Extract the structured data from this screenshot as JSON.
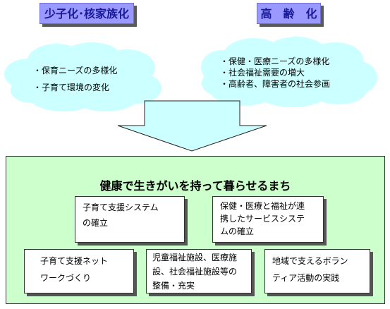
{
  "left_tag": "少子化･核家族化",
  "right_tag": "高　齢　化",
  "left_cloud": [
    "・保育ニーズの多様化",
    "・子育て環境の変化"
  ],
  "right_cloud": [
    "・保健・医療ニーズの多様化",
    "・社会福祉需要の増大",
    "・高齢者、障害者の社会参画"
  ],
  "panel": {
    "title": "健康で生きがいを持って暮らせるまち",
    "boxes": [
      {
        "lines": [
          "子育て支援システム",
          "の確立"
        ]
      },
      {
        "lines": [
          "保健・医療と福祉が連",
          "携したサービスシステ",
          "ムの確立"
        ]
      },
      {
        "lines": [
          "子育て支援ネット",
          "ワークづくり"
        ]
      },
      {
        "lines": [
          "児童福祉施設、医療施",
          "設、社会福祉施設等の",
          "整備・充実"
        ]
      },
      {
        "lines": [
          "地域で支えるボラン",
          "ティア活動の実践"
        ]
      }
    ]
  },
  "colors": {
    "tag_bg": "#9999ff",
    "tag_text": "#1a1a99",
    "cloud": "#ccffff",
    "arrow": "#ccffff",
    "panel": "#ccffcc"
  }
}
